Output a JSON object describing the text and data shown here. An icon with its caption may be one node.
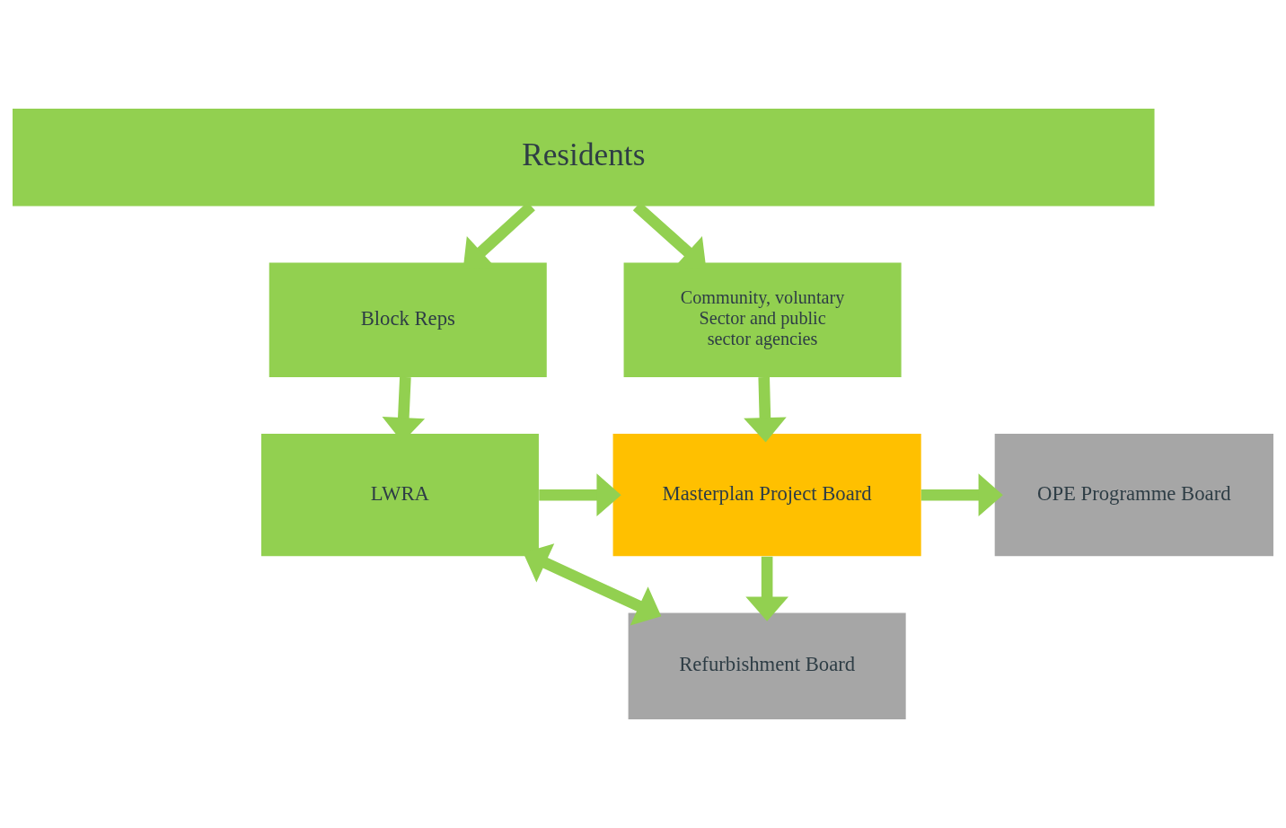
{
  "diagram": {
    "nodes": [
      {
        "text": [
          "Residents"
        ]
      },
      {
        "text": [
          "Block Reps"
        ]
      },
      {
        "text": [
          "Community, voluntary Sector and public sector agencies"
        ]
      },
      {
        "text": [
          "LWRA"
        ]
      },
      {
        "text": [
          "Masterplan Project Board"
        ]
      },
      {
        "text": [
          "OPE Programme Board"
        ]
      },
      {
        "text": [
          "Refurbishment Board"
        ]
      }
    ],
    "edges": [
      {
        "from": 0,
        "to": 1,
        "arrow": "to"
      },
      {
        "from": 0,
        "to": 2,
        "arrow": "to"
      },
      {
        "from": 1,
        "to": 3,
        "arrow": "to"
      },
      {
        "from": 2,
        "to": 4,
        "arrow": "to"
      },
      {
        "from": 3,
        "to": 4,
        "arrow": "to"
      },
      {
        "from": 4,
        "to": 5,
        "arrow": "to"
      },
      {
        "from": 4,
        "to": 6,
        "arrow": "to"
      },
      {
        "from": 3,
        "to": 6,
        "arrow": "both"
      }
    ]
  }
}
